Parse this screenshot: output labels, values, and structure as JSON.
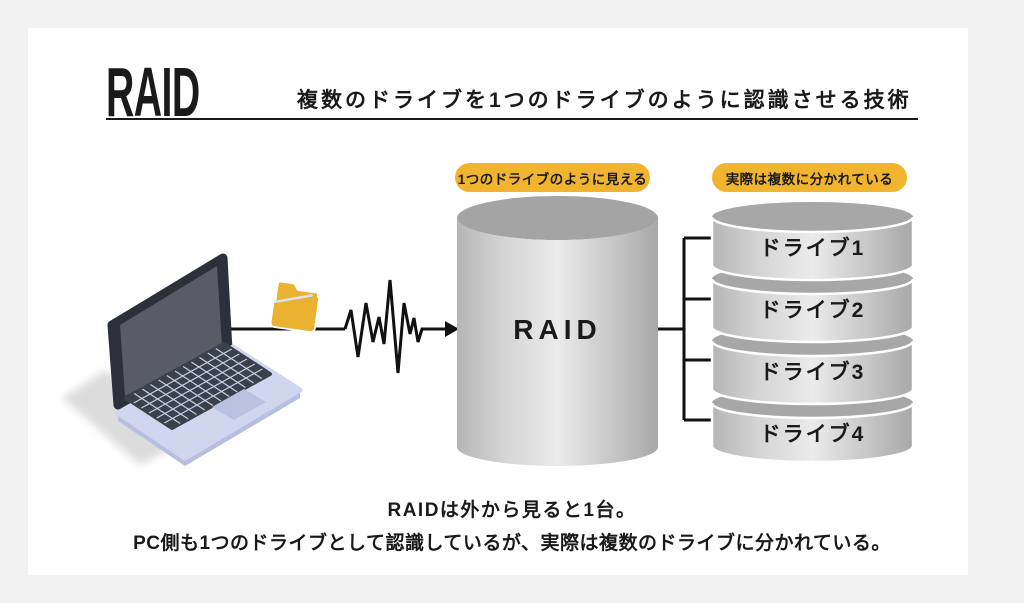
{
  "header": {
    "title": "RAID",
    "subtitle": "複数のドライブを1つのドライブのように認識させる技術"
  },
  "raid_unit": {
    "badge": "1つのドライブのように見える",
    "label": "RAID"
  },
  "drive_stack": {
    "badge": "実際は複数に分かれている",
    "drives": [
      {
        "label": "ドライブ1"
      },
      {
        "label": "ドライブ2"
      },
      {
        "label": "ドライブ3"
      },
      {
        "label": "ドライブ4"
      }
    ]
  },
  "caption": {
    "line1": "RAIDは外から見ると1台。",
    "line2": "PC側も1つのドライブとして認識しているが、実際は複数のドライブに分かれている。"
  },
  "icons": {
    "laptop": "laptop-icon",
    "folder": "folder-icon",
    "signal": "signal-wave-icon",
    "arrow": "arrow-right-icon"
  },
  "colors": {
    "background": "#f2f2f2",
    "panel": "#ffffff",
    "accent_yellow": "#f0b42e",
    "folder_yellow": "#eab231",
    "text": "#1a1a1a",
    "cylinder_dark": "#a7a7a7"
  }
}
